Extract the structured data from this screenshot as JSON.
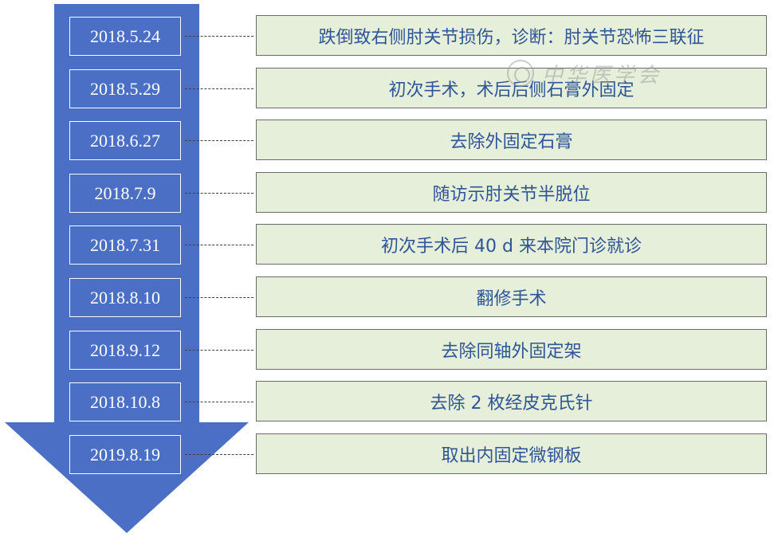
{
  "timeline": {
    "entries": [
      {
        "date": "2018.5.24",
        "event": "跌倒致右侧肘关节损伤，诊断：肘关节恐怖三联征"
      },
      {
        "date": "2018.5.29",
        "event": "初次手术，术后后侧石膏外固定"
      },
      {
        "date": "2018.6.27",
        "event": "去除外固定石膏"
      },
      {
        "date": "2018.7.9",
        "event": "随访示肘关节半脱位"
      },
      {
        "date": "2018.7.31",
        "event": "初次手术后 40 d 来本院门诊就诊"
      },
      {
        "date": "2018.8.10",
        "event": "翻修手术"
      },
      {
        "date": "2018.9.12",
        "event": "去除同轴外固定架"
      },
      {
        "date": "2018.10.8",
        "event": "去除 2 枚经皮克氏针"
      },
      {
        "date": "2019.8.19",
        "event": "取出内固定微钢板"
      }
    ]
  },
  "watermark": {
    "text": "中华医学会"
  },
  "colors": {
    "arrow": "#4a6fc4",
    "event_fill": "#e5efda",
    "event_text": "#2f5597",
    "date_text": "#ffffff"
  }
}
